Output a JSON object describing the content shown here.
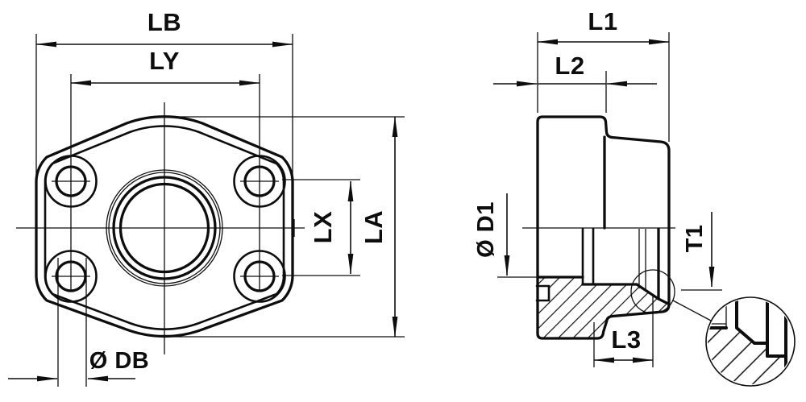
{
  "colors": {
    "line": "#0d0d0d",
    "background": "#ffffff"
  },
  "labels": {
    "lb": "LB",
    "ly": "LY",
    "lx": "LX",
    "la": "LA",
    "db": "Ø DB",
    "l1": "L1",
    "l2": "L2",
    "d1": "Ø D1",
    "t1": "T1",
    "l3": "L3"
  },
  "views": {
    "front_view_dimensions": [
      "LB",
      "LY",
      "LX",
      "LA",
      "Ø DB"
    ],
    "side_section_dimensions": [
      "L1",
      "L2",
      "Ø D1",
      "T1",
      "L3"
    ]
  }
}
